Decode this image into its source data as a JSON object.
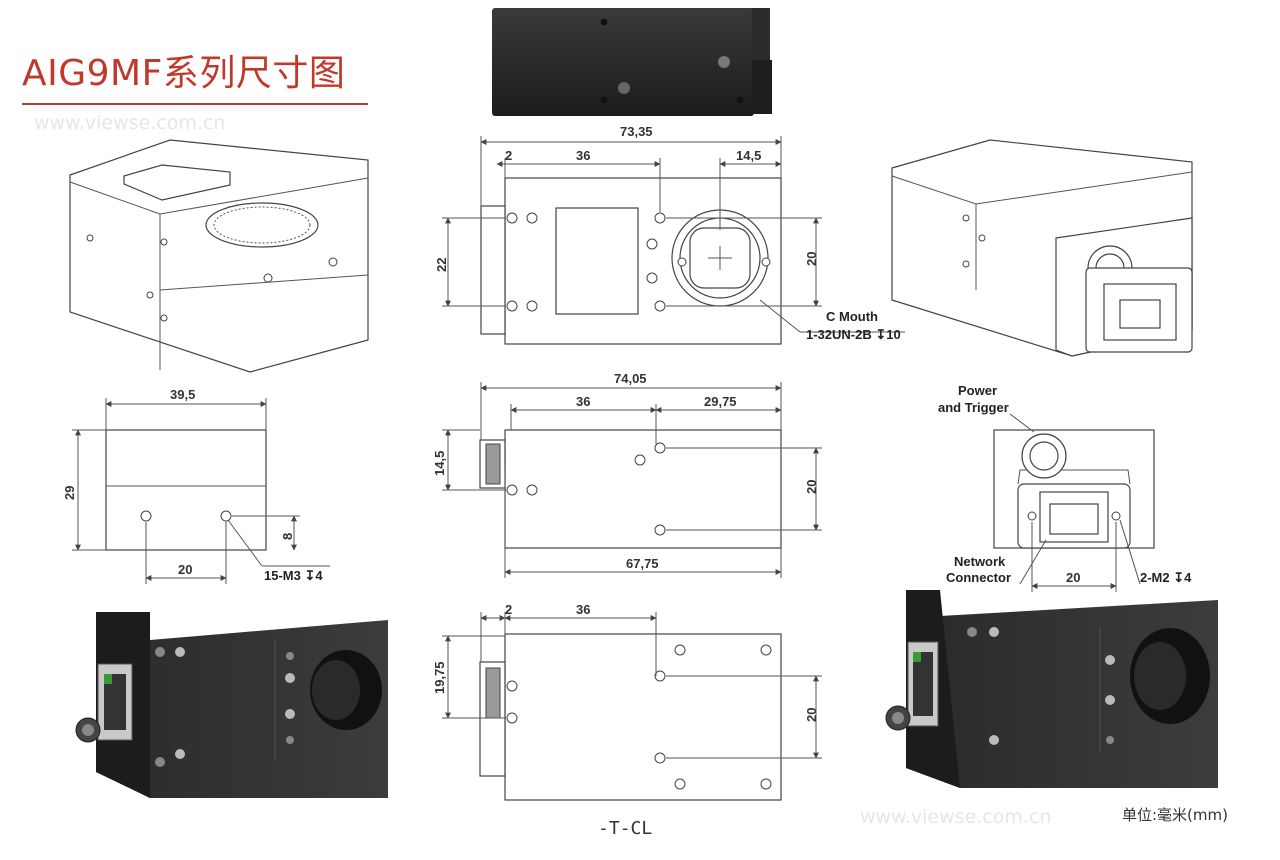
{
  "title": "AIG9MF系列尺寸图",
  "watermark": "www.viewse.com.cn",
  "unit_note": "单位:毫米(mm)",
  "variant_label": "-T-CL",
  "front_view": {
    "dim_overall": "73,35",
    "dim_offset": "2",
    "dim_body": "36",
    "dim_mount_offset": "14,5",
    "dim_height_left": "22",
    "dim_height_right": "20",
    "mount_label_1": "C Mouth",
    "mount_label_2": "1-32UN-2B ↧10"
  },
  "side_view": {
    "dim_width": "39,5",
    "dim_height": "29",
    "dim_hole_spacing": "20",
    "dim_hole_height": "8",
    "hole_label": "15-M3 ↧4"
  },
  "top_view": {
    "dim_overall": "74,05",
    "dim_body": "36",
    "dim_rear": "29,75",
    "dim_connector": "14,5",
    "dim_hole_spacing": "20",
    "dim_base": "67,75"
  },
  "bottom_view": {
    "dim_offset": "2",
    "dim_body": "36",
    "dim_connector": "19,75",
    "dim_hole_spacing": "20"
  },
  "rear_view": {
    "power_label_1": "Power",
    "power_label_2": "and Trigger",
    "network_label_1": "Network",
    "network_label_2": "Connector",
    "dim_hole_spacing": "20",
    "hole_label": "2-M2 ↧4"
  }
}
